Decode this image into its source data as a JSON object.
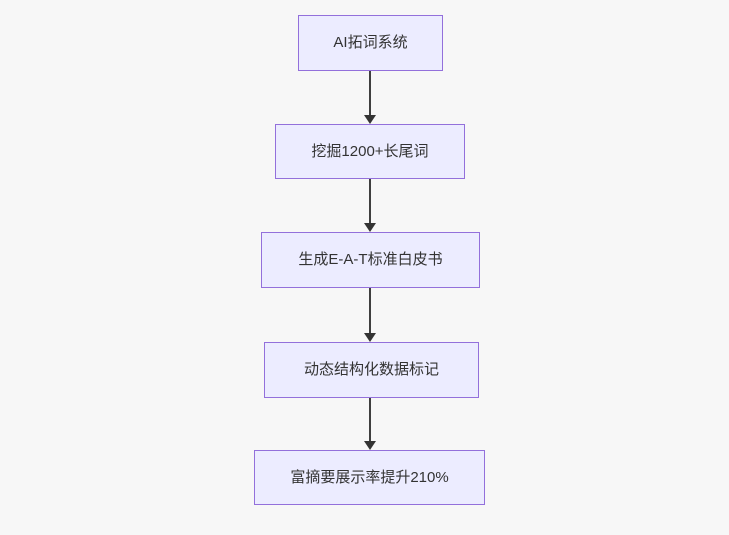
{
  "diagram": {
    "type": "flowchart",
    "direction": "top-down",
    "background_color": "#f7f7f7",
    "node_style": {
      "fill_color": "#ECECFF",
      "border_color": "#9370DB",
      "text_color": "#333333"
    },
    "edge_style": {
      "line_color": "#3f3f3f",
      "arrowhead_color": "#333333",
      "arrowhead": "triangle-down"
    },
    "nodes": [
      {
        "label": "AI拓词系统"
      },
      {
        "label": "挖掘1200+长尾词"
      },
      {
        "label": "生成E-A-T标准白皮书"
      },
      {
        "label": "动态结构化数据标记"
      },
      {
        "label": "富摘要展示率提升210%"
      }
    ],
    "edges": [
      {
        "from": "AI拓词系统",
        "to": "挖掘1200+长尾词"
      },
      {
        "from": "挖掘1200+长尾词",
        "to": "生成E-A-T标准白皮书"
      },
      {
        "from": "生成E-A-T标准白皮书",
        "to": "动态结构化数据标记"
      },
      {
        "from": "动态结构化数据标记",
        "to": "富摘要展示率提升210%"
      }
    ]
  }
}
